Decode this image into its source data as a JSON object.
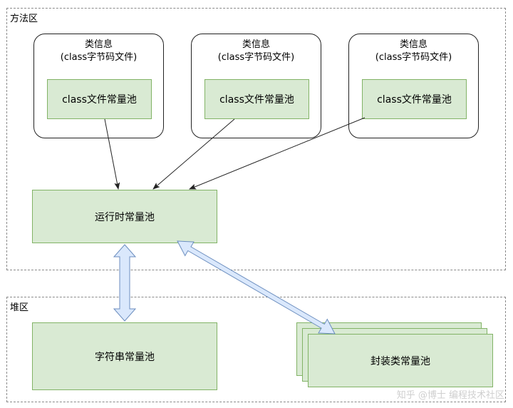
{
  "regions": {
    "method_area": "方法区",
    "heap": "堆区"
  },
  "class_cards": [
    {
      "title_line1": "类信息",
      "title_line2": "(class字节码文件)",
      "pool": "class文件常量池"
    },
    {
      "title_line1": "类信息",
      "title_line2": "(class字节码文件)",
      "pool": "class文件常量池"
    },
    {
      "title_line1": "类信息",
      "title_line2": "(class字节码文件)",
      "pool": "class文件常量池"
    }
  ],
  "runtime_pool": "运行时常量池",
  "string_pool": "字符串常量池",
  "wrapper_pool": "封装类常量池",
  "watermark": "知乎 @博士 编程技术社区",
  "colors": {
    "node_fill": "#d9ead3",
    "node_border": "#82b366",
    "double_arrow_fill": "#dae8fc",
    "double_arrow_border": "#6c8ebf"
  }
}
